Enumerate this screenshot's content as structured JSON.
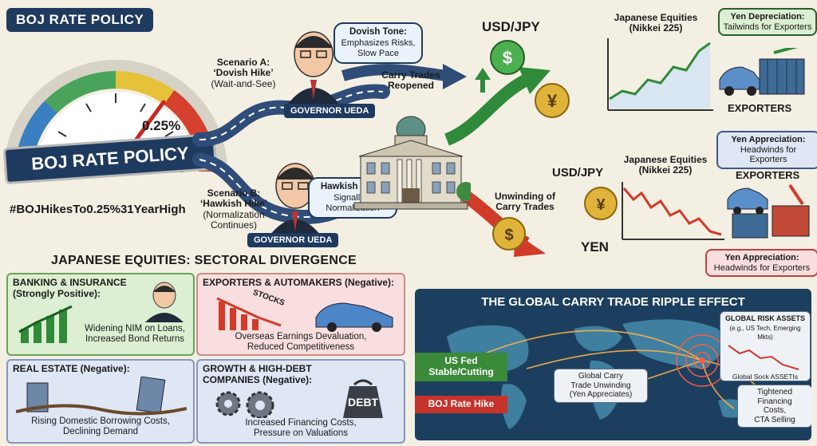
{
  "header": {
    "badge": "BOJ RATE POLICY"
  },
  "gauge": {
    "value": "0.25%",
    "banner": "BOJ RATE POLICY",
    "hashtag": "#BOJHikesTo0.25%31YearHigh"
  },
  "scenario_a": {
    "line1": "Scenario A:",
    "line2": "‘Dovish Hike’",
    "line3": "(Wait-and-See)",
    "bubble_title": "Dovish Tone:",
    "bubble_body": "Emphasizes Risks, Slow Pace",
    "governor": "GOVERNOR UEDA"
  },
  "scenario_b": {
    "line1": "Scenario B:",
    "line2": "‘Hawkish Hike’",
    "line3": "(Normalization",
    "line4": "Continues)",
    "bubble_title": "Hawkish Tone:",
    "bubble_body": "Signalling Normalization",
    "governor": "GOVERNOR UEDA"
  },
  "flows": {
    "carry_reopened": "Carry Trades Reopened",
    "carry_unwinding": "Unwinding of Carry Trades"
  },
  "upper_right": {
    "pair": "USD/JPY",
    "equities_title": "Japanese Equities",
    "equities_sub": "(Nikkei 225)",
    "depreciation_title": "Yen Depreciation:",
    "depreciation_body": "Tailwinds for Exporters",
    "exporters": "EXPORTERS",
    "appreciation_title": "Yen Appreciation:",
    "appreciation_body": "Headwinds for Exporters"
  },
  "lower_right": {
    "pair": "USD/JPY",
    "yen": "YEN",
    "equities_title": "Japanese Equities",
    "equities_sub": "(Nikkei 225)",
    "exporters": "EXPORTERS",
    "appreciation_title": "Yen Appreciation:",
    "appreciation_body": "Headwinds for Exporters"
  },
  "sectors": {
    "title": "JAPANESE EQUITIES: SECTORAL DIVERGENCE",
    "banking": {
      "title": "BANKING & INSURANCE",
      "sub": "(Strongly Positive):",
      "desc1": "Widening NIM on Loans,",
      "desc2": "Increased Bond Returns"
    },
    "exporters": {
      "title": "EXPORTERS & AUTOMAKERS (Negative):",
      "stocks": "STOCKS",
      "desc1": "Overseas Earnings Devaluation,",
      "desc2": "Reduced Competitiveness"
    },
    "real_estate": {
      "title": "REAL ESTATE (Negative):",
      "desc1": "Rising Domestic Borrowing Costs,",
      "desc2": "Declining Demand"
    },
    "growth": {
      "title": "GROWTH & HIGH-DEBT",
      "sub": "COMPANIES (Negative):",
      "debt": "DEBT",
      "desc1": "Increased Financing Costs,",
      "desc2": "Pressure on Valuations"
    }
  },
  "ripple": {
    "title": "THE GLOBAL CARRY TRADE RIPPLE EFFECT",
    "us_fed": "US Fed Stable/Cutting",
    "boj": "BOJ Rate Hike",
    "center1": "Global Carry",
    "center2": "Trade Unwinding",
    "center3": "(Yen Appreciates)",
    "risk_title": "GLOBAL RISK ASSETS",
    "risk_sub": "(e.g., US Tech, Emerging Mkts)",
    "risk_caption": "Global Sock ASSETIs",
    "tightened1": "Tightened",
    "tightened2": "Financing",
    "tightened3": "Costs,",
    "tightened4": "CTA Selling"
  },
  "colors": {
    "navy": "#1f3a5f",
    "green": "#2f8a3a",
    "red": "#d23a2a",
    "gold": "#d8a933"
  }
}
